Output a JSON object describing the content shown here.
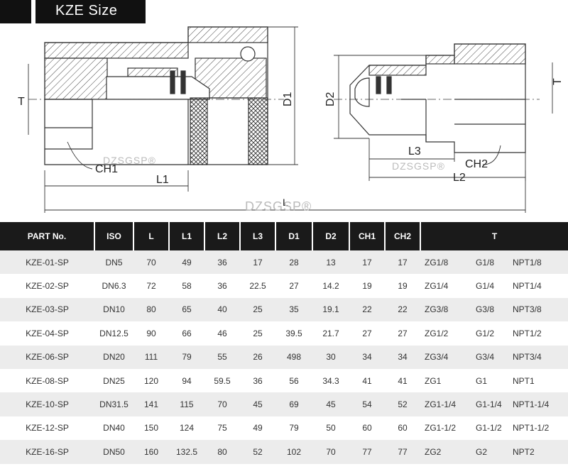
{
  "title": "KZE  Size",
  "watermark": "DZSGSP®",
  "drawing_labels": {
    "T_left": "T",
    "CH1": "CH1",
    "L1": "L1",
    "L": "L",
    "D1": "D1",
    "D2": "D2",
    "L3": "L3",
    "L2": "L2",
    "CH2": "CH2",
    "T_right": "T"
  },
  "table": {
    "headers": [
      "PART No.",
      "ISO",
      "L",
      "L1",
      "L2",
      "L3",
      "D1",
      "D2",
      "CH1",
      "CH2",
      "T"
    ],
    "rows": [
      [
        "KZE-01-SP",
        "DN5",
        "70",
        "49",
        "36",
        "17",
        "28",
        "13",
        "17",
        "17",
        "ZG1/8",
        "G1/8",
        "NPT1/8"
      ],
      [
        "KZE-02-SP",
        "DN6.3",
        "72",
        "58",
        "36",
        "22.5",
        "27",
        "14.2",
        "19",
        "19",
        "ZG1/4",
        "G1/4",
        "NPT1/4"
      ],
      [
        "KZE-03-SP",
        "DN10",
        "80",
        "65",
        "40",
        "25",
        "35",
        "19.1",
        "22",
        "22",
        "ZG3/8",
        "G3/8",
        "NPT3/8"
      ],
      [
        "KZE-04-SP",
        "DN12.5",
        "90",
        "66",
        "46",
        "25",
        "39.5",
        "21.7",
        "27",
        "27",
        "ZG1/2",
        "G1/2",
        "NPT1/2"
      ],
      [
        "KZE-06-SP",
        "DN20",
        "111",
        "79",
        "55",
        "26",
        "498",
        "30",
        "34",
        "34",
        "ZG3/4",
        "G3/4",
        "NPT3/4"
      ],
      [
        "KZE-08-SP",
        "DN25",
        "120",
        "94",
        "59.5",
        "36",
        "56",
        "34.3",
        "41",
        "41",
        "ZG1",
        "G1",
        "NPT1"
      ],
      [
        "KZE-10-SP",
        "DN31.5",
        "141",
        "115",
        "70",
        "45",
        "69",
        "45",
        "54",
        "52",
        "ZG1-1/4",
        "G1-1/4",
        "NPT1-1/4"
      ],
      [
        "KZE-12-SP",
        "DN40",
        "150",
        "124",
        "75",
        "49",
        "79",
        "50",
        "60",
        "60",
        "ZG1-1/2",
        "G1-1/2",
        "NPT1-1/2"
      ],
      [
        "KZE-16-SP",
        "DN50",
        "160",
        "132.5",
        "80",
        "52",
        "102",
        "70",
        "77",
        "77",
        "ZG2",
        "G2",
        "NPT2"
      ]
    ]
  }
}
